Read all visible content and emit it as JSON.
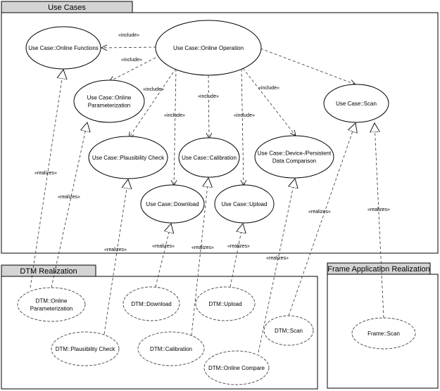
{
  "packages": [
    {
      "id": "use-cases",
      "title": "Use Cases"
    },
    {
      "id": "dtm-realization",
      "title": "DTM Realization"
    },
    {
      "id": "frame-realization",
      "title": "Frame Application Realization"
    }
  ],
  "use_cases": [
    {
      "id": "online-functions",
      "lines": [
        "Use Case::Online Functions"
      ]
    },
    {
      "id": "online-operation",
      "lines": [
        "Use Case::Online Operation"
      ]
    },
    {
      "id": "online-parameterization",
      "lines": [
        "Use Case::Online",
        "Parameterization"
      ]
    },
    {
      "id": "plausibility-check",
      "lines": [
        "Use Case::Plausibility Check"
      ]
    },
    {
      "id": "calibration",
      "lines": [
        "Use Case::Calibration"
      ]
    },
    {
      "id": "device-persistent",
      "lines": [
        "Use Case::Device-/Persistent",
        "Data Comparison"
      ]
    },
    {
      "id": "scan",
      "lines": [
        "Use Case::Scan"
      ]
    },
    {
      "id": "download",
      "lines": [
        "Use Case::Download"
      ]
    },
    {
      "id": "upload",
      "lines": [
        "Use Case::Upload"
      ]
    }
  ],
  "realizations": [
    {
      "id": "dtm-online-param",
      "lines": [
        "DTM::Online",
        "Parameterization"
      ]
    },
    {
      "id": "dtm-download",
      "lines": [
        "DTM::Download"
      ]
    },
    {
      "id": "dtm-upload",
      "lines": [
        "DTM::Upload"
      ]
    },
    {
      "id": "dtm-plausibility",
      "lines": [
        "DTM::Plausibility Check"
      ]
    },
    {
      "id": "dtm-calibration",
      "lines": [
        "DTM::Calibration"
      ]
    },
    {
      "id": "dtm-scan",
      "lines": [
        "DTM::Scan"
      ]
    },
    {
      "id": "dtm-online-compare",
      "lines": [
        "DTM::Online Compare"
      ]
    },
    {
      "id": "frame-scan",
      "lines": [
        "Frame::Scan"
      ]
    }
  ],
  "stereotypes": {
    "include": "«include»",
    "realizes": "«realizes»"
  },
  "include_relations": [
    {
      "from": "online-operation",
      "to": "online-functions"
    },
    {
      "from": "online-operation",
      "to": "online-parameterization"
    },
    {
      "from": "online-operation",
      "to": "plausibility-check"
    },
    {
      "from": "online-operation",
      "to": "download"
    },
    {
      "from": "online-operation",
      "to": "calibration"
    },
    {
      "from": "online-operation",
      "to": "upload"
    },
    {
      "from": "online-operation",
      "to": "device-persistent"
    },
    {
      "from": "online-operation",
      "to": "scan"
    }
  ],
  "realize_relations": [
    {
      "from": "dtm-online-param",
      "to": "online-functions"
    },
    {
      "from": "dtm-online-param",
      "to": "online-parameterization"
    },
    {
      "from": "dtm-plausibility",
      "to": "plausibility-check"
    },
    {
      "from": "dtm-download",
      "to": "download"
    },
    {
      "from": "dtm-calibration",
      "to": "calibration"
    },
    {
      "from": "dtm-upload",
      "to": "upload"
    },
    {
      "from": "dtm-online-compare",
      "to": "device-persistent"
    },
    {
      "from": "dtm-scan",
      "to": "scan"
    },
    {
      "from": "frame-scan",
      "to": "scan"
    }
  ]
}
